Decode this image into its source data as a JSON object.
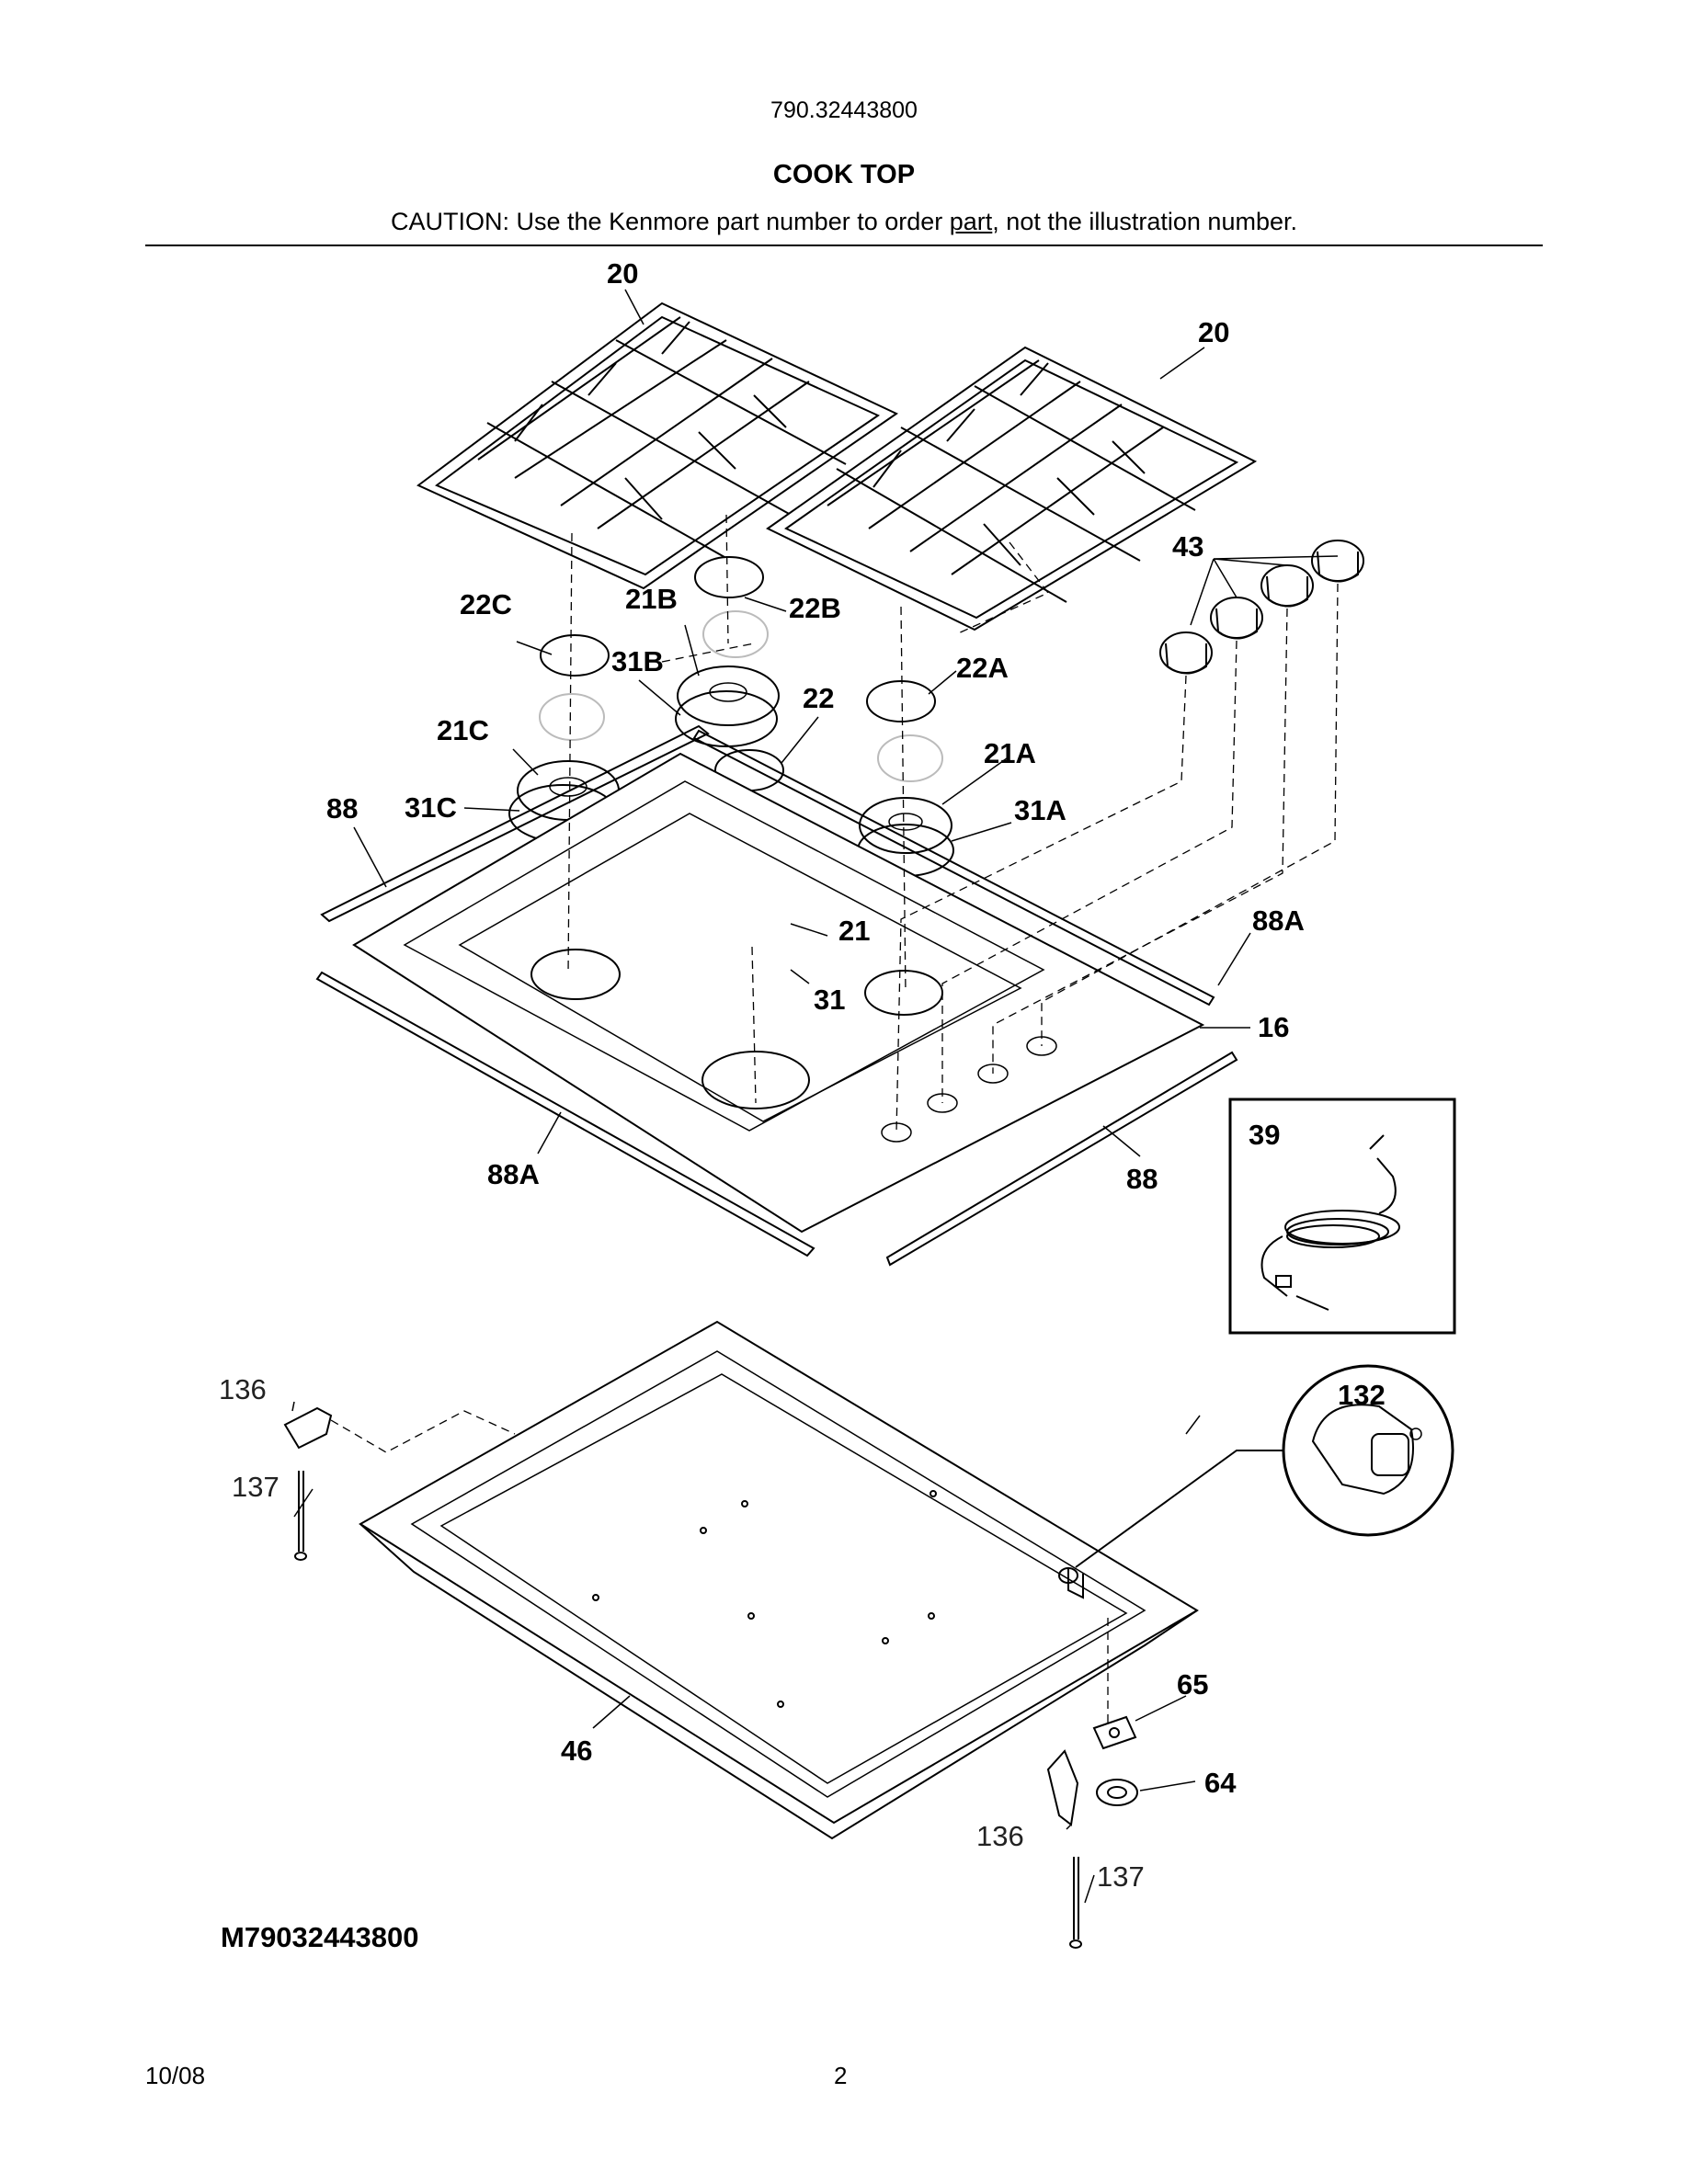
{
  "header": {
    "model_number": "790.32443800",
    "section_title": "COOK TOP",
    "caution_prefix": "CAUTION: Use the Kenmore part number to order ",
    "caution_underlined": "part",
    "caution_suffix": ", not the illustration number."
  },
  "callouts": {
    "grate_left": "20",
    "grate_right": "20",
    "cap_22c": "22C",
    "head_21b": "21B",
    "cap_22b": "22B",
    "ring_31b": "31B",
    "cap_22": "22",
    "cap_22a": "22A",
    "head_21c": "21C",
    "head_21a": "21A",
    "trim_88_left": "88",
    "ring_31c": "31C",
    "ring_31a": "31A",
    "knobs_43": "43",
    "trim_88a_right": "88A",
    "head_21": "21",
    "ring_31": "31",
    "cooktop_16": "16",
    "cord_39": "39",
    "trim_88a_bottom": "88A",
    "trim_88_bottom": "88",
    "plug_132": "132",
    "bracket_136_top": "136",
    "screw_137_top": "137",
    "pan_46": "46",
    "gasket_65": "65",
    "plate_64": "64",
    "bracket_136_bottom": "136",
    "screw_137_bottom": "137"
  },
  "drawing_number": "M79032443800",
  "footer": {
    "date": "10/08",
    "page_number": "2"
  }
}
